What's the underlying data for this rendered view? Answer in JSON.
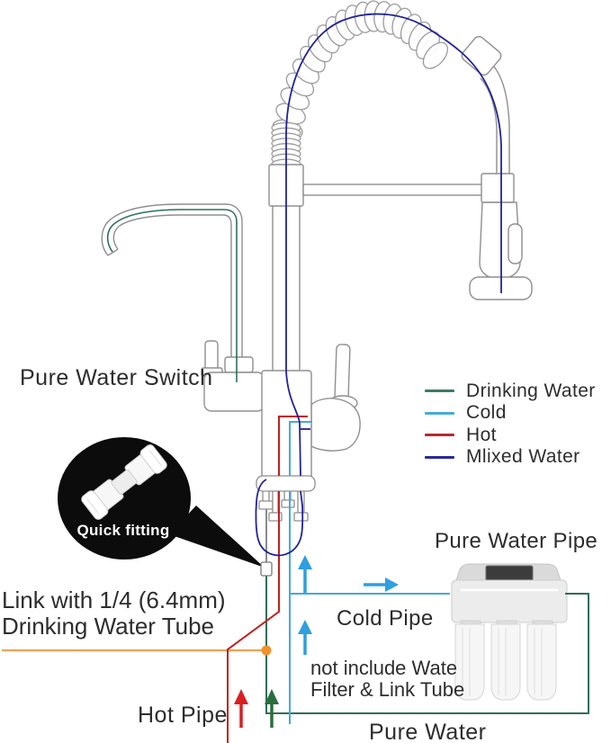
{
  "labels": {
    "pure_water_switch": "Pure Water Switch",
    "quick_fitting": "Quick fitting",
    "link_tube_line1": "Link with 1/4 (6.4mm)",
    "link_tube_line2": "Drinking Water Tube",
    "cold_pipe": "Cold Pipe",
    "hot_pipe": "Hot Pipe",
    "pure_water": "Pure Water",
    "pure_water_pipe": "Pure Water Pipe",
    "not_include_line1": "not include Wate",
    "not_include_line2": "Filter & Link Tube"
  },
  "legend": {
    "items": [
      {
        "label": "Drinking Water",
        "color": "#3c7a66"
      },
      {
        "label": "Cold",
        "color": "#46abdc"
      },
      {
        "label": "Hot",
        "color": "#b62a2e"
      },
      {
        "label": "Mlixed Water",
        "color": "#2a2a9e"
      }
    ]
  },
  "colors": {
    "drinking_water": "#2e6f58",
    "cold": "#44a9da",
    "hot": "#c1201d",
    "mixed_water": "#22229b",
    "link_tube_orange": "#eca253",
    "junction_dot": "#f0912d",
    "note_orange": "#e07d26",
    "arrow_blue": "#2e9fe0",
    "arrow_red": "#da1f24",
    "arrow_green": "#2b6e3e",
    "outline_gray": "#9b9b9b"
  }
}
